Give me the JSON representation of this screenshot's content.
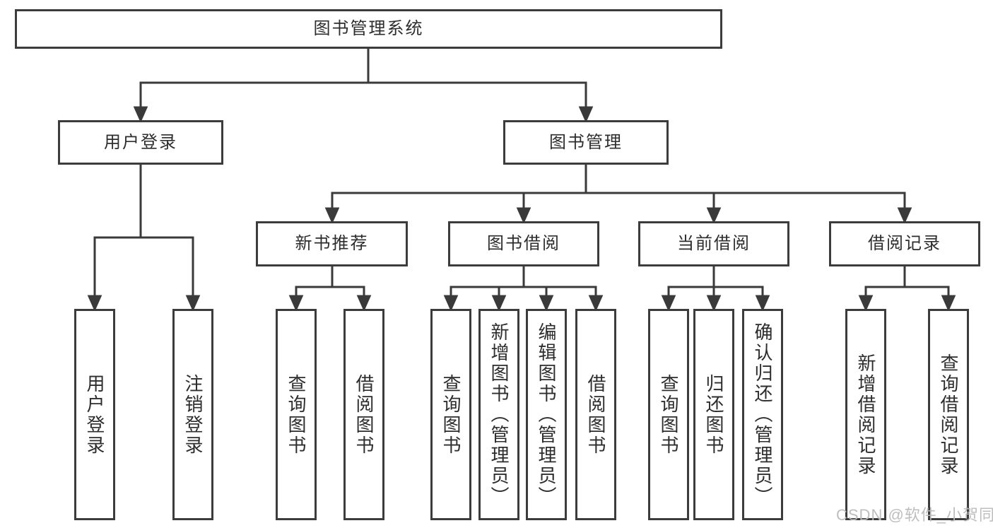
{
  "diagram_title": "图书管理系统",
  "tree": {
    "root": {
      "label": "图书管理系统"
    },
    "branches": [
      {
        "label": "用户登录",
        "children": [
          {
            "label": "用户登录"
          },
          {
            "label": "注销登录"
          }
        ]
      },
      {
        "label": "图书管理",
        "children": [
          {
            "label": "新书推荐",
            "children": [
              {
                "label": "查询图书"
              },
              {
                "label": "借阅图书"
              }
            ]
          },
          {
            "label": "图书借阅",
            "children": [
              {
                "label": "查询图书"
              },
              {
                "label": "新增图书（管理员）"
              },
              {
                "label": "编辑图书（管理员）"
              },
              {
                "label": "借阅图书"
              }
            ]
          },
          {
            "label": "当前借阅",
            "children": [
              {
                "label": "查询图书"
              },
              {
                "label": "归还图书"
              },
              {
                "label": "确认归还（管理员）"
              }
            ]
          },
          {
            "label": "借阅记录",
            "children": [
              {
                "label": "新增借阅记录"
              },
              {
                "label": "查询借阅记录"
              }
            ]
          }
        ]
      }
    ]
  },
  "watermark": "CSDN @软件_小贺同学",
  "colors": {
    "background": "#ffffff",
    "box_border": "#3c3c3c",
    "connector_line": "#3a3a3a",
    "text": "#2d2d2d",
    "watermark_text": "#bababa"
  }
}
